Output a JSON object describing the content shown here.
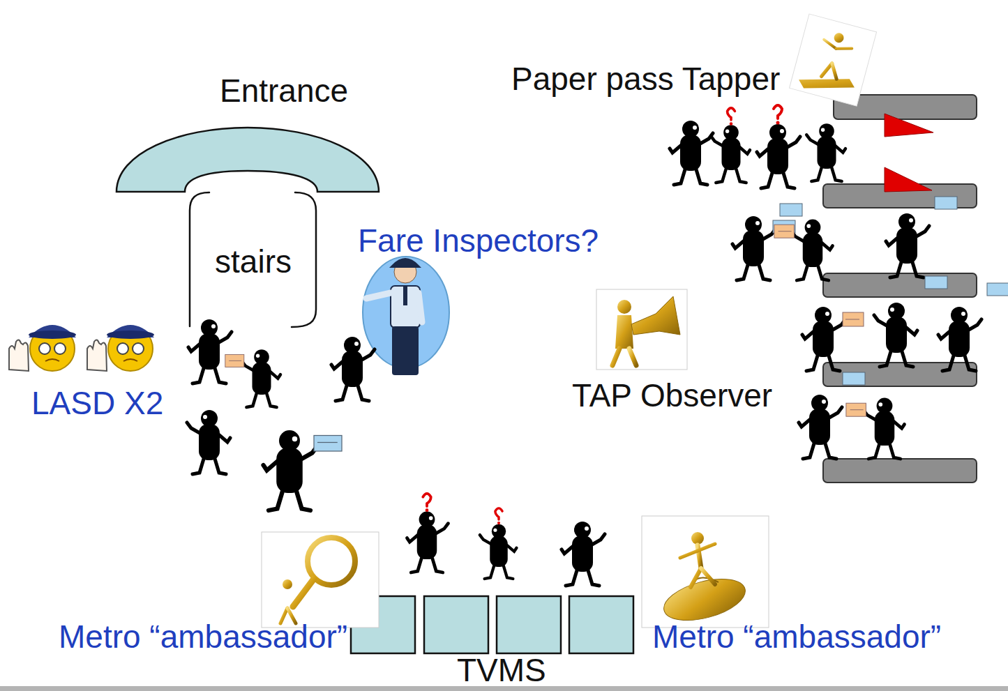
{
  "diagram": {
    "nodes": [
      {
        "text": [
          "Entrance"
        ]
      },
      {
        "text": [
          "stairs"
        ]
      }
    ],
    "labels": [
      "Paper pass Tapper",
      "Fare Inspectors?",
      "LASD X2",
      "TAP Observer",
      "Metro “ambassador”",
      "Metro “ambassador”",
      "TVMS"
    ]
  }
}
